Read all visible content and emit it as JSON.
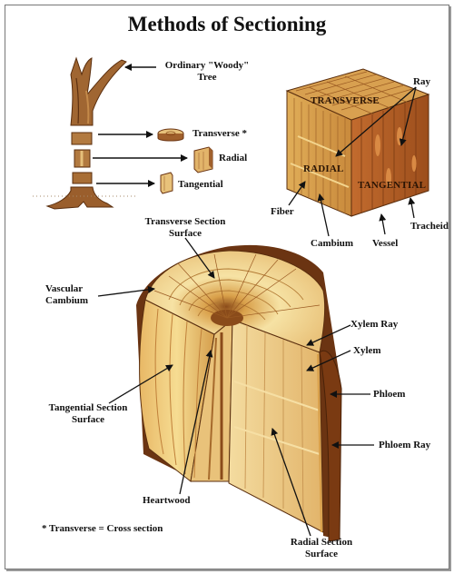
{
  "title": "Methods of Sectioning",
  "tree": {
    "label_line1": "Ordinary \"Woody\"",
    "label_line2": "Tree",
    "sections": [
      "Transverse *",
      "Radial",
      "Tangential"
    ]
  },
  "block": {
    "face_transverse": "TRANSVERSE",
    "face_radial": "RADIAL",
    "face_tangential": "TANGENTIAL",
    "ray": "Ray",
    "fiber": "Fiber",
    "cambium": "Cambium",
    "vessel": "Vessel",
    "tracheid": "Tracheid"
  },
  "trunk": {
    "transverse_surface_line1": "Transverse Section",
    "transverse_surface_line2": "Surface",
    "vascular_line1": "Vascular",
    "vascular_line2": "Cambium",
    "xylem_ray": "Xylem Ray",
    "xylem": "Xylem",
    "phloem": "Phloem",
    "phloem_ray": "Phloem Ray",
    "tangential_surface_line1": "Tangential Section",
    "tangential_surface_line2": "Surface",
    "heartwood": "Heartwood",
    "radial_surface_line1": "Radial Section",
    "radial_surface_line2": "Surface"
  },
  "footnote": "* Transverse = Cross section",
  "colors": {
    "wood_light": "#f2d483",
    "wood_mid": "#d9a648",
    "wood_dark": "#9a5a22",
    "bark": "#6b3412",
    "arrow": "#111111"
  }
}
